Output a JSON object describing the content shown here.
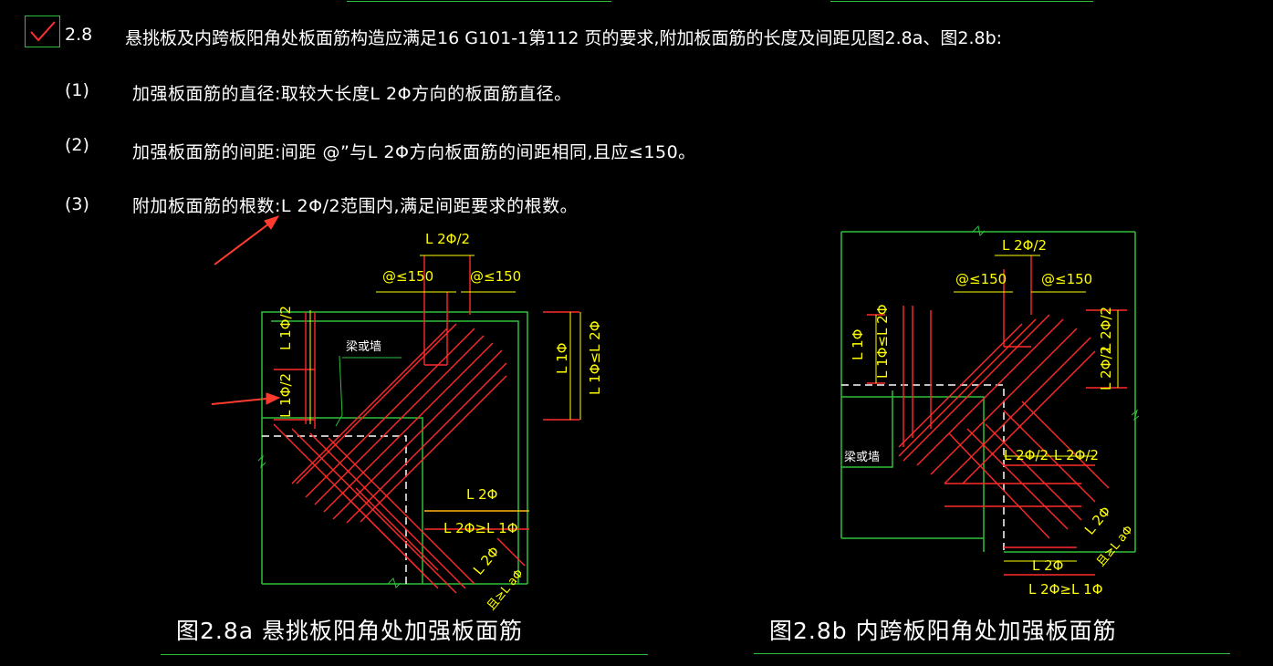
{
  "heading": {
    "number": "2.8",
    "text": "悬挑板及内跨板阳角处板面筋构造应满足16 G101-1第112 页的要求,附加板面筋的长度及间距见图2.8a、图2.8b:"
  },
  "items": [
    {
      "index": "(1)",
      "text": "加强板面筋的直径:取较大长度L 2Φ方向的板面筋直径。"
    },
    {
      "index": "(2)",
      "text": "加强板面筋的间距:间距 @”与L 2Φ方向板面筋的间距相同,且应≤150。"
    },
    {
      "index": "(3)",
      "text": "附加板面筋的根数:L 2Φ/2范围内,满足间距要求的根数。"
    }
  ],
  "figure_a": {
    "caption": "图2.8a 悬挑板阳角处加强板面筋",
    "labels": {
      "top_dim": "L 2Φ/2",
      "spacing_left": "@≤150",
      "spacing_right": "@≤150",
      "left_dim_top": "L 1Φ/2",
      "left_dim_bottom": "L 1Φ/2",
      "beam": "梁或墙",
      "right_dim_a": "L 1Φ",
      "right_dim_b": "L 1Φ≤L 2Φ",
      "bottom_dim": "L 2Φ",
      "bottom_cond": "L 2Φ≥L 1Φ",
      "diag_dim": "L 2Φ",
      "anchor": "且≥L aΦ"
    }
  },
  "figure_b": {
    "caption": "图2.8b 内跨板阳角处加强板面筋",
    "labels": {
      "top_dim": "L 2Φ/2",
      "spacing_left": "@≤150",
      "spacing_right": "@≤150",
      "left_dim_a": "L 1Φ",
      "left_dim_b": "L 1Φ≤L 2Φ",
      "beam": "梁或墙",
      "right_dim_top": "L 2Φ/2",
      "right_dim_bottom": "L 2Φ/2",
      "mid_dim_left": "L 2Φ/2",
      "mid_dim_right": "L 2Φ/2",
      "diag_dim": "L 2Φ",
      "anchor": "且≥L aΦ",
      "bottom_dim": "L 2Φ",
      "bottom_cond": "L 2Φ≥L 1Φ"
    }
  },
  "colors": {
    "background": "#000000",
    "outline": "#2fbf3a",
    "rebar": "#ff2a2a",
    "dimension": "#ffff00",
    "text": "#ffffff",
    "arrow": "#ff3b2f"
  }
}
